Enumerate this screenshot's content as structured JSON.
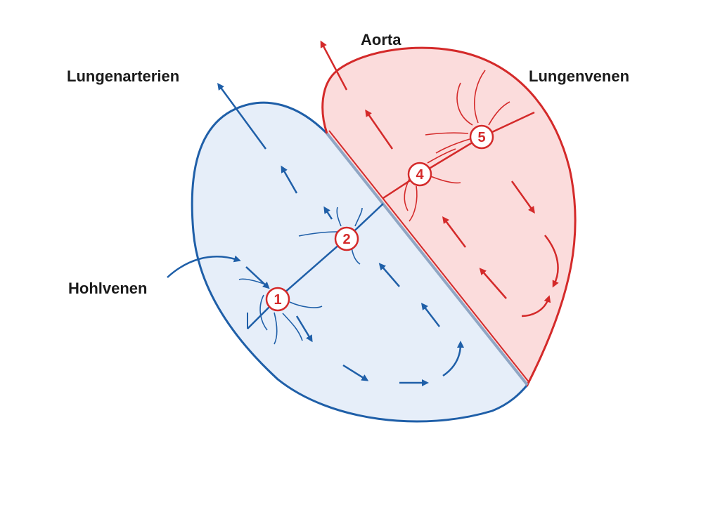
{
  "labels": {
    "aorta": "Aorta",
    "pulmonary_arteries": "Lungenarterien",
    "pulmonary_veins": "Lungenvenen",
    "vena_cava": "Hohlvenen"
  },
  "valves": [
    "1",
    "2",
    "4",
    "5"
  ],
  "colors": {
    "blue_stroke": "#1f5fa8",
    "blue_fill": "#e6eef9",
    "red_stroke": "#d42a2a",
    "red_fill": "#fbdcdc",
    "septum": "#8fa6c4"
  }
}
